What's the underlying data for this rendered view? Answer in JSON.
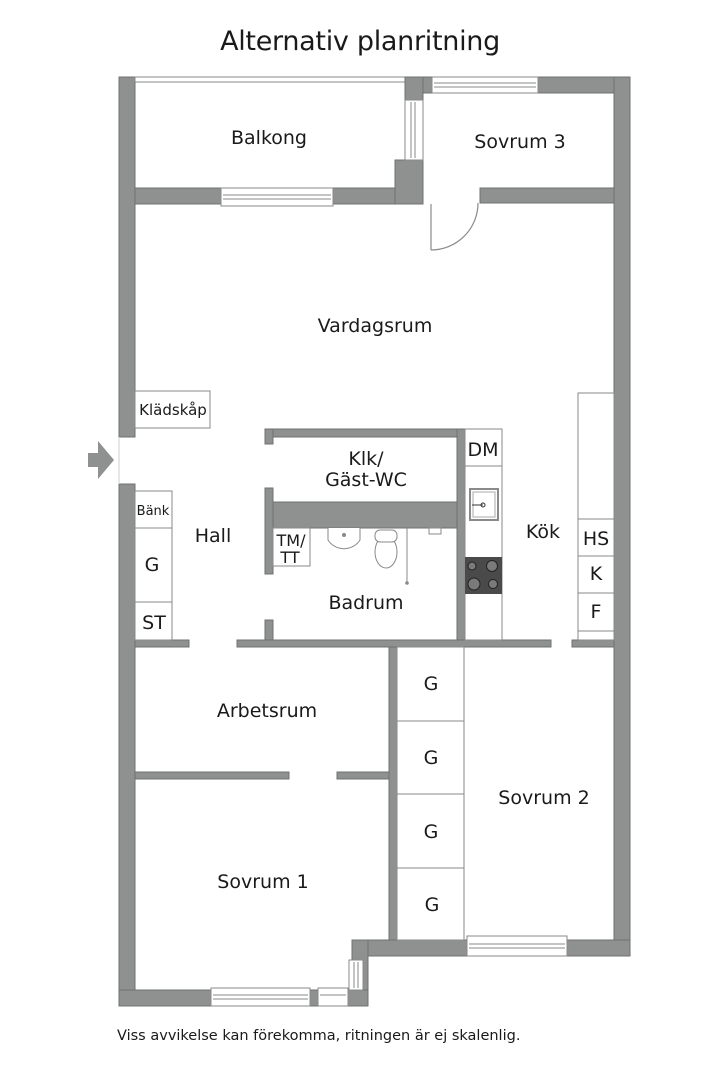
{
  "title": "Alternativ planritning",
  "footer_note": "Viss avvikelse kan förekomma, ritningen är ej skalenlig.",
  "colors": {
    "wall": "#8f9191",
    "wall_stroke": "#6f7171",
    "fixture_stroke": "#8a8a8a",
    "stove": "#4a4a4a"
  },
  "rooms": {
    "balkong": "Balkong",
    "sovrum3": "Sovrum 3",
    "vardagsrum": "Vardagsrum",
    "kladskap": "Klädskåp",
    "klk_line1": "Klk/",
    "klk_line2": "Gäst-WC",
    "hall": "Hall",
    "bank": "Bänk",
    "hall_g": "G",
    "st": "ST",
    "tm_line1": "TM/",
    "tm_line2": "TT",
    "badrum": "Badrum",
    "dm": "DM",
    "kok": "Kök",
    "hs": "HS",
    "k": "K",
    "f": "F",
    "arbetsrum": "Arbetsrum",
    "sovrum1": "Sovrum 1",
    "sovrum2": "Sovrum 2",
    "wardrobes": [
      "G",
      "G",
      "G",
      "G"
    ]
  },
  "entrance_icon": "entrance-arrow-icon"
}
